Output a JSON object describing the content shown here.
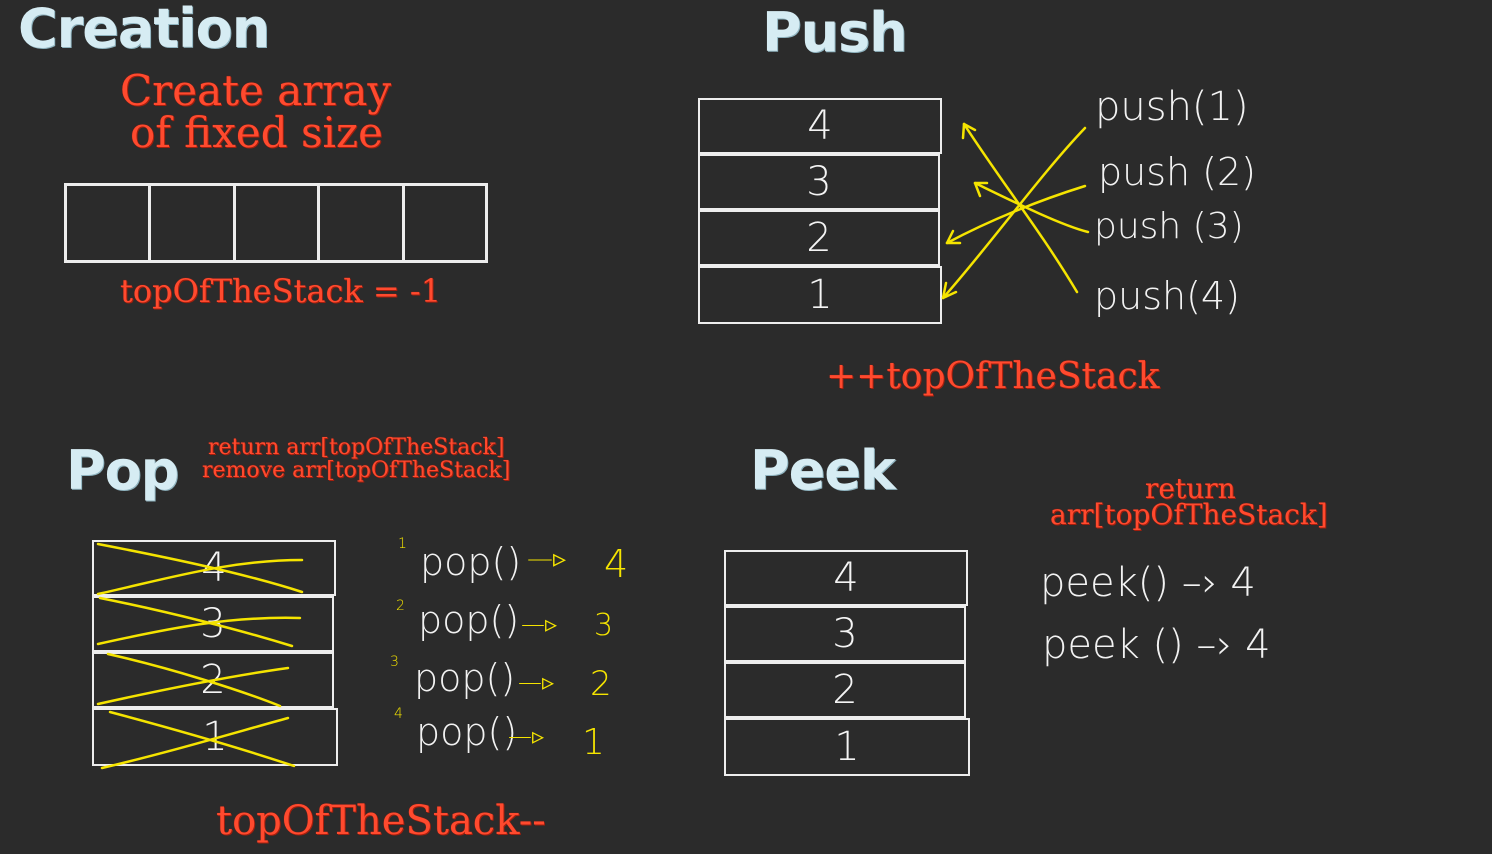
{
  "creation": {
    "heading": "Creation",
    "note_line1": "Create   array",
    "note_line2": "of  fixed  size",
    "array_slots": 5,
    "top_init": "topOfTheStack  =  -1"
  },
  "push": {
    "heading": "Push",
    "stack": [
      "4",
      "3",
      "2",
      "1"
    ],
    "calls": [
      "push(1)",
      "push (2)",
      "push (3)",
      "push(4)"
    ],
    "increment": "++topOfTheStack"
  },
  "pop": {
    "heading": "Pop",
    "note_line1": "return arr[topOfTheStack]",
    "note_line2": "remove arr[topOfTheStack]",
    "stack": [
      "4",
      "3",
      "2",
      "1"
    ],
    "calls": [
      {
        "n": "1",
        "call": "pop()",
        "arrow": "—▹",
        "result": "4"
      },
      {
        "n": "2",
        "call": "pop()",
        "arrow": "—▹",
        "result": "3"
      },
      {
        "n": "3",
        "call": "pop()",
        "arrow": "—▹",
        "result": "2"
      },
      {
        "n": "4",
        "call": "pop()",
        "arrow": "—▹",
        "result": "1"
      }
    ],
    "decrement": "topOfTheStack--"
  },
  "peek": {
    "heading": "Peek",
    "note_line1": "return",
    "note_line2": "arr[topOfTheStack]",
    "stack": [
      "4",
      "3",
      "2",
      "1"
    ],
    "calls": [
      "peek() –› 4",
      "peek () –› 4"
    ]
  },
  "colors": {
    "background": "#2b2b2b",
    "heading": "#d6ecf3",
    "note": "#ff4a2e",
    "annotation": "#f5e400",
    "stroke": "#ededed"
  }
}
